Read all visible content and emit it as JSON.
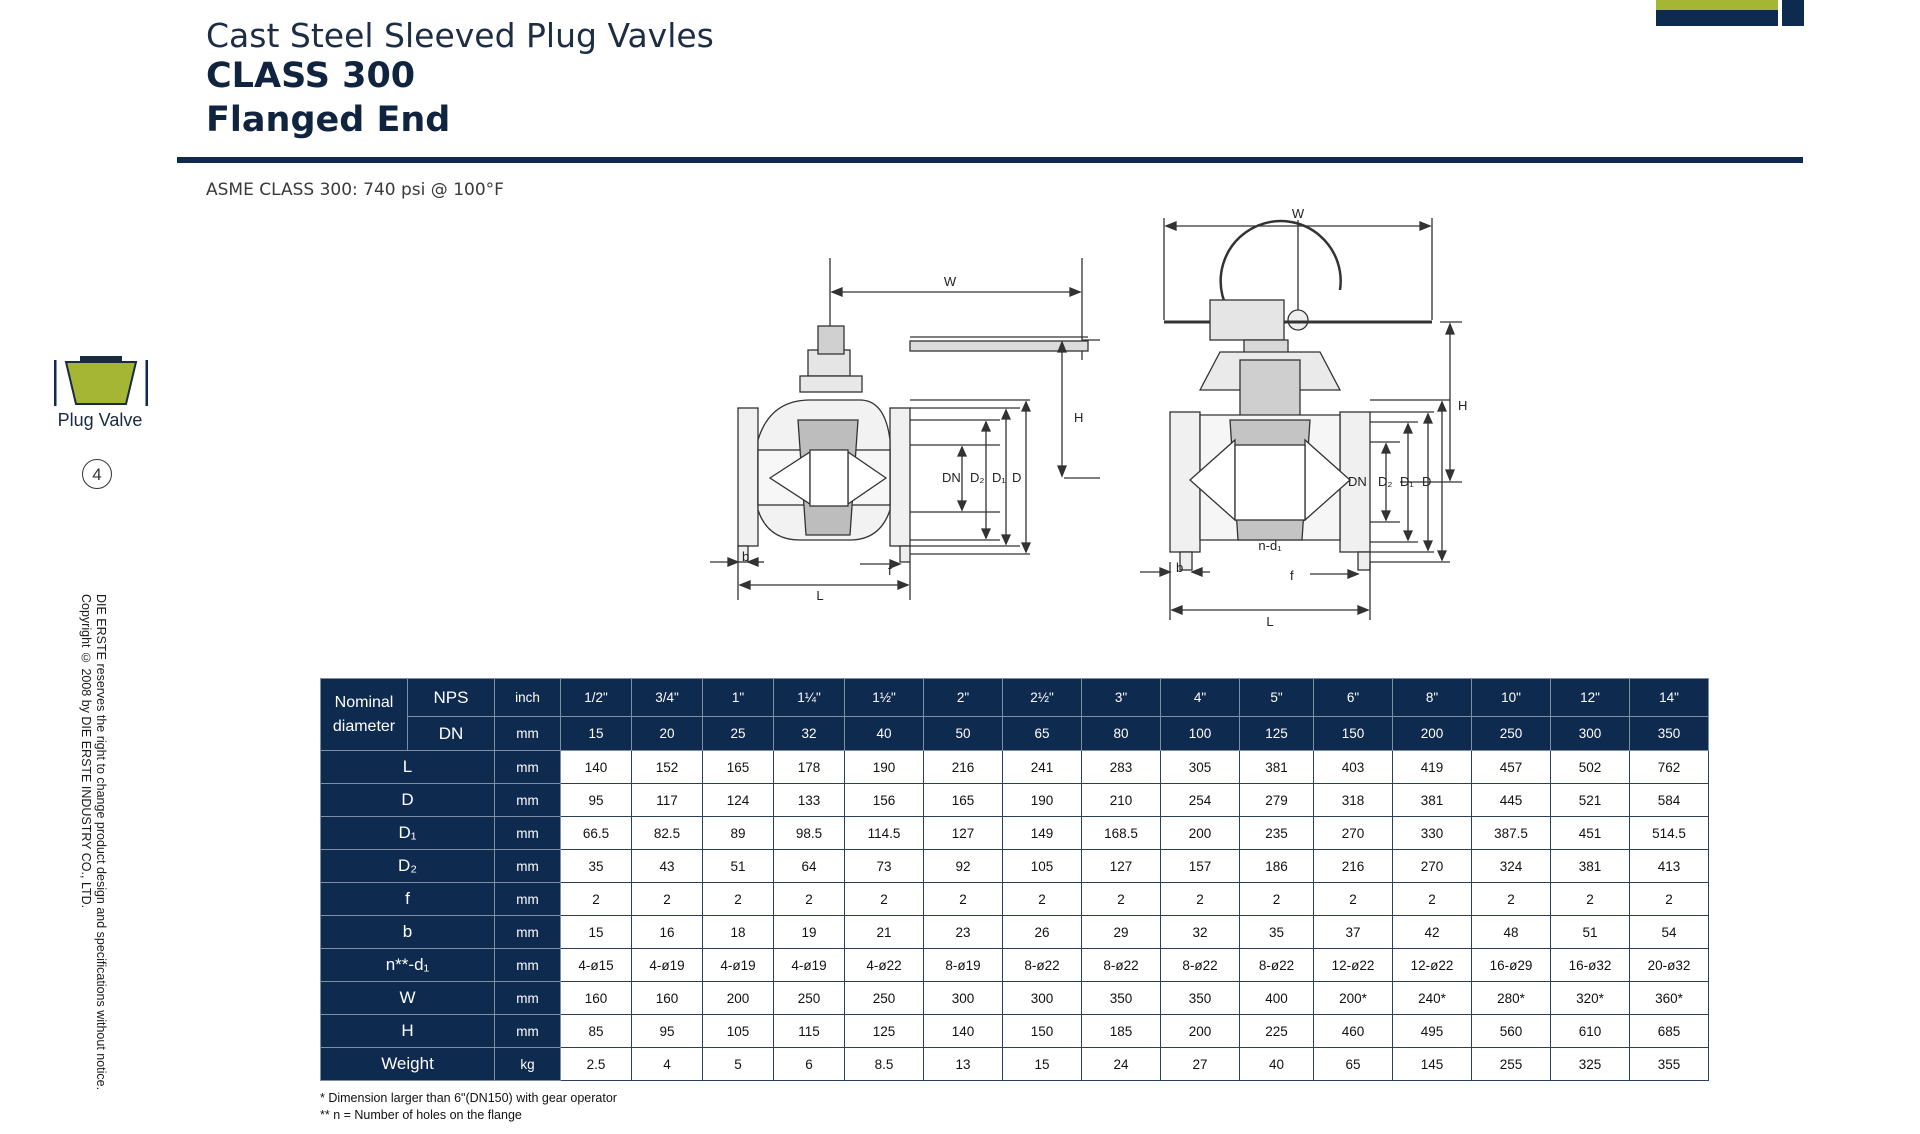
{
  "header": {
    "title": "Cast Steel Sleeved Plug Vavles",
    "class_label": "CLASS 300",
    "end_type": "Flanged End",
    "subtitle": "ASME CLASS 300: 740 psi @ 100°F"
  },
  "sidebar": {
    "category_label": "Plug Valve",
    "page_number": "4",
    "copyright_line1": "DIE ERSTE reserves the right to change product design and specifications without notice.",
    "copyright_line2": "Copyright © 2008 by DIE ERSTE INDUSTRY CO., LTD."
  },
  "drawing": {
    "left_labels": {
      "w": "W",
      "h": "H",
      "dn": "DN",
      "d2": "D₂",
      "d1": "D₁",
      "d": "D",
      "b": "b",
      "f": "f",
      "l": "L"
    },
    "right_labels": {
      "w": "W",
      "h": "H",
      "dn": "DN",
      "d2": "D₂",
      "d1": "D₁",
      "d": "D",
      "b": "b",
      "f": "f",
      "l": "L",
      "nd": "n-d₁"
    }
  },
  "table": {
    "nominal_label": "Nominal diameter",
    "nps_label": "NPS",
    "nps_unit": "inch",
    "nps": [
      "1/2\"",
      "3/4\"",
      "1\"",
      "1¼\"",
      "1½\"",
      "2\"",
      "2½\"",
      "3\"",
      "4\"",
      "5\"",
      "6\"",
      "8\"",
      "10\"",
      "12\"",
      "14\""
    ],
    "dn_label": "DN",
    "dn_unit": "mm",
    "dn": [
      "15",
      "20",
      "25",
      "32",
      "40",
      "50",
      "65",
      "80",
      "100",
      "125",
      "150",
      "200",
      "250",
      "300",
      "350"
    ],
    "rows": [
      {
        "label": "L",
        "unit": "mm",
        "values": [
          "140",
          "152",
          "165",
          "178",
          "190",
          "216",
          "241",
          "283",
          "305",
          "381",
          "403",
          "419",
          "457",
          "502",
          "762"
        ]
      },
      {
        "label": "D",
        "unit": "mm",
        "values": [
          "95",
          "117",
          "124",
          "133",
          "156",
          "165",
          "190",
          "210",
          "254",
          "279",
          "318",
          "381",
          "445",
          "521",
          "584"
        ]
      },
      {
        "label": "D₁",
        "unit": "mm",
        "values": [
          "66.5",
          "82.5",
          "89",
          "98.5",
          "114.5",
          "127",
          "149",
          "168.5",
          "200",
          "235",
          "270",
          "330",
          "387.5",
          "451",
          "514.5"
        ]
      },
      {
        "label": "D₂",
        "unit": "mm",
        "values": [
          "35",
          "43",
          "51",
          "64",
          "73",
          "92",
          "105",
          "127",
          "157",
          "186",
          "216",
          "270",
          "324",
          "381",
          "413"
        ]
      },
      {
        "label": "f",
        "unit": "mm",
        "values": [
          "2",
          "2",
          "2",
          "2",
          "2",
          "2",
          "2",
          "2",
          "2",
          "2",
          "2",
          "2",
          "2",
          "2",
          "2"
        ]
      },
      {
        "label": "b",
        "unit": "mm",
        "values": [
          "15",
          "16",
          "18",
          "19",
          "21",
          "23",
          "26",
          "29",
          "32",
          "35",
          "37",
          "42",
          "48",
          "51",
          "54"
        ]
      },
      {
        "label": "n**-d₁",
        "unit": "mm",
        "values": [
          "4-ø15",
          "4-ø19",
          "4-ø19",
          "4-ø19",
          "4-ø22",
          "8-ø19",
          "8-ø22",
          "8-ø22",
          "8-ø22",
          "8-ø22",
          "12-ø22",
          "12-ø22",
          "16-ø29",
          "16-ø32",
          "20-ø32"
        ]
      },
      {
        "label": "W",
        "unit": "mm",
        "values": [
          "160",
          "160",
          "200",
          "250",
          "250",
          "300",
          "300",
          "350",
          "350",
          "400",
          "200*",
          "240*",
          "280*",
          "320*",
          "360*"
        ]
      },
      {
        "label": "H",
        "unit": "mm",
        "values": [
          "85",
          "95",
          "105",
          "115",
          "125",
          "140",
          "150",
          "185",
          "200",
          "225",
          "460",
          "495",
          "560",
          "610",
          "685"
        ]
      },
      {
        "label": "Weight",
        "unit": "kg",
        "values": [
          "2.5",
          "4",
          "5",
          "6",
          "8.5",
          "13",
          "15",
          "24",
          "27",
          "40",
          "65",
          "145",
          "255",
          "325",
          "355"
        ]
      }
    ]
  },
  "footnotes": {
    "note1": "* Dimension larger than 6ʺ(DN150) with gear operator",
    "note2": "** n = Number of holes on the flange"
  }
}
